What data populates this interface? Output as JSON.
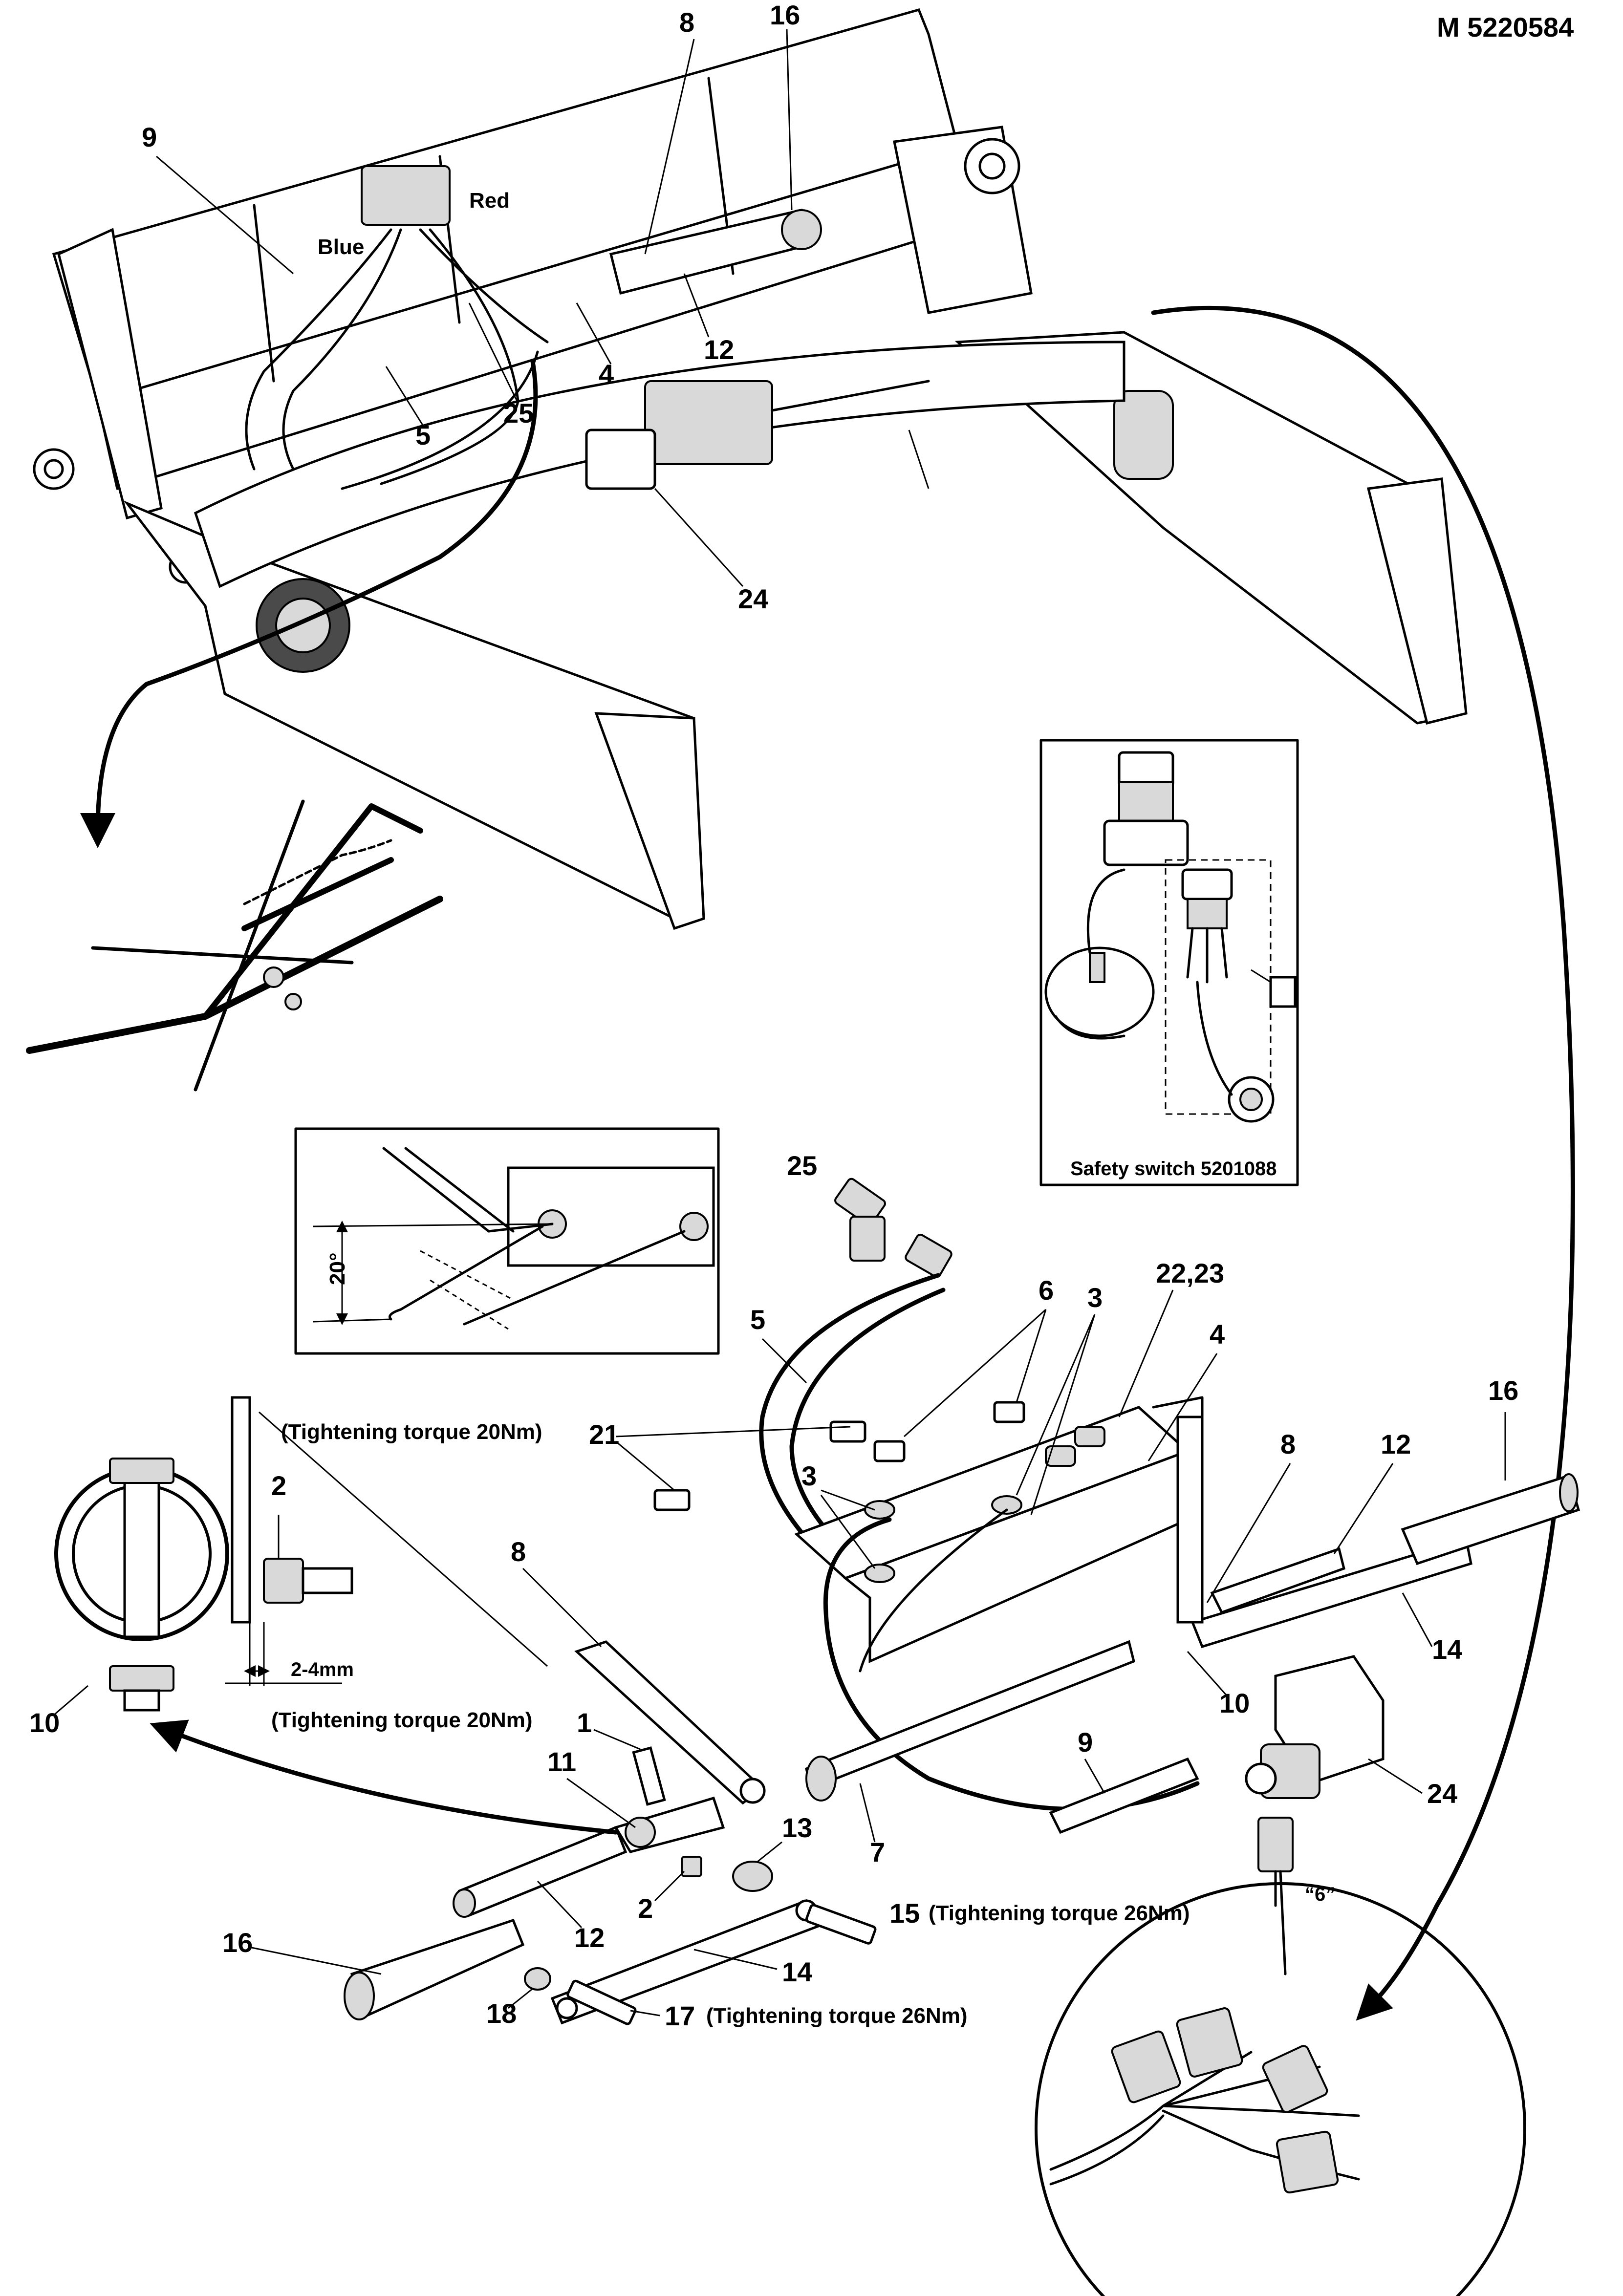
{
  "drawing_number": "M 5220584",
  "wire_labels": {
    "red": "Red",
    "blue": "Blue"
  },
  "safety_switch_caption": "Safety switch 5201088",
  "angle_label": "20°",
  "connector_label": "“6”",
  "gap_label": "2-4mm",
  "torque_notes": {
    "clamp_top": "(Tightening torque 20Nm)",
    "clamp_bottom": "(Tightening torque 20Nm)",
    "bolt_15": "(Tightening torque 26Nm)",
    "bolt_17": "(Tightening torque 26Nm)"
  },
  "upper_callouts": [
    "8",
    "16",
    "9",
    "12",
    "4",
    "5",
    "25",
    "24"
  ],
  "lower_callouts": [
    "25",
    "6",
    "3",
    "22,23",
    "4",
    "5",
    "21",
    "3",
    "16",
    "8",
    "12",
    "14",
    "10",
    "9",
    "24",
    "7",
    "8",
    "1",
    "11",
    "13",
    "2",
    "12",
    "15",
    "14",
    "16",
    "18",
    "17"
  ],
  "clamp_callouts": [
    "2",
    "10"
  ]
}
